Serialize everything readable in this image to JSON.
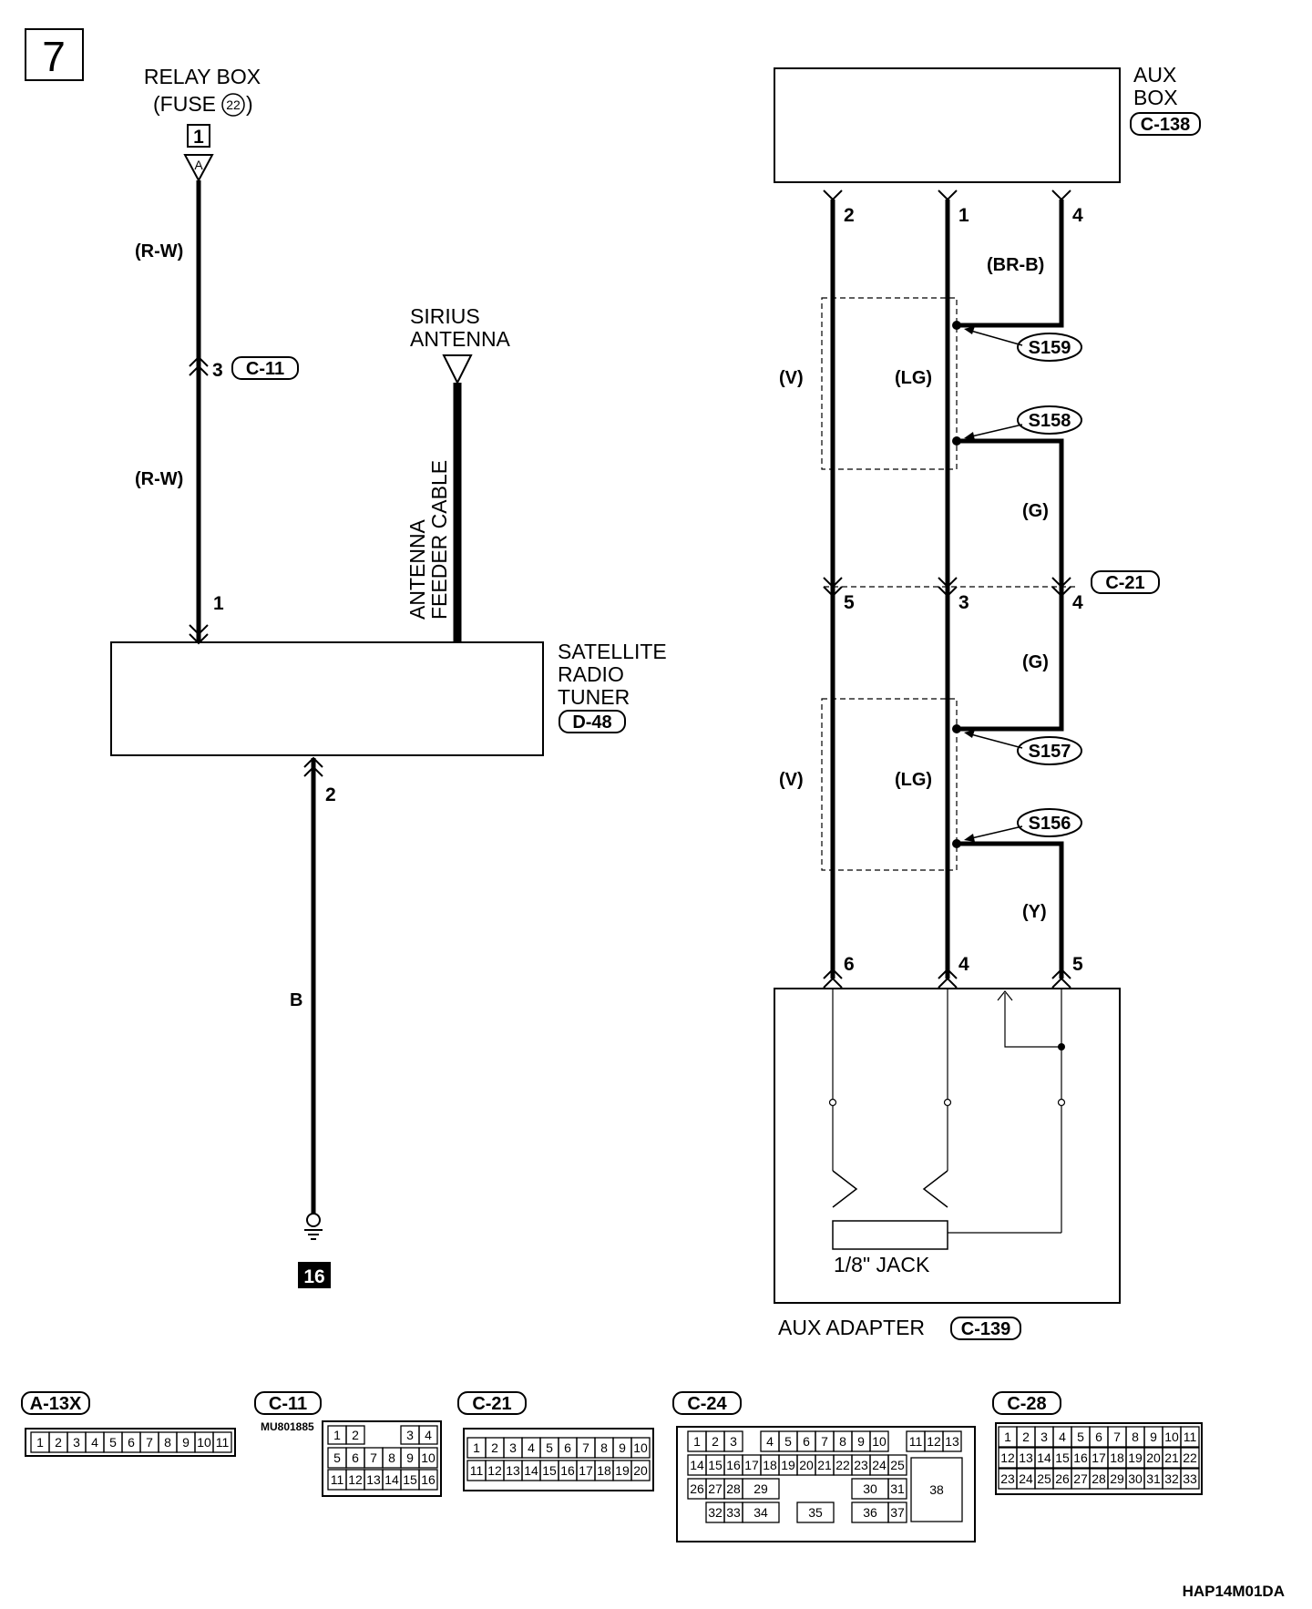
{
  "page": {
    "number": "7",
    "identifier": "HAP14M01DA"
  },
  "relay_box": {
    "line1": "RELAY BOX",
    "line2": "(FUSE",
    "fuse": "22",
    "line2_end": ")",
    "box_num": "1",
    "terminal": "A"
  },
  "antenna": {
    "line1": "SIRIUS",
    "line2": "ANTENNA",
    "cable1": "ANTENNA",
    "cable2": "FEEDER CABLE"
  },
  "tuner": {
    "line1": "SATELLITE",
    "line2": "RADIO",
    "line3": "TUNER",
    "connector": "D-48"
  },
  "aux_box": {
    "line1": "AUX",
    "line2": "BOX",
    "connector": "C-138"
  },
  "aux_adapter": {
    "label": "AUX ADAPTER",
    "connector": "C-139",
    "jack": "1/8\" JACK"
  },
  "ground": {
    "number": "16"
  },
  "wire_colors": {
    "rw1": "(R-W)",
    "rw2": "(R-W)",
    "b": "B",
    "v1": "(V)",
    "v2": "(V)",
    "lg1": "(LG)",
    "lg2": "(LG)",
    "brb": "(BR-B)",
    "g1": "(G)",
    "g2": "(G)",
    "y": "(Y)"
  },
  "pins": {
    "c11": "3",
    "tuner1": "1",
    "tuner2": "2",
    "aux2": "2",
    "aux1": "1",
    "aux4": "4",
    "c21a": "5",
    "c21b": "3",
    "c21c": "4",
    "ad6": "6",
    "ad4": "4",
    "ad5": "5"
  },
  "connectors": {
    "c11": "C-11",
    "c21": "C-21"
  },
  "splices": [
    "S159",
    "S158",
    "S157",
    "S156"
  ],
  "bottom": {
    "a13x": {
      "label": "A-13X",
      "cavities": [
        "1",
        "2",
        "3",
        "4",
        "5",
        "6",
        "7",
        "8",
        "9",
        "10",
        "11"
      ]
    },
    "c11": {
      "label": "C-11",
      "part": "MU801885",
      "row1": [
        "1",
        "2",
        "3",
        "4"
      ],
      "row2": [
        "5",
        "6",
        "7",
        "8",
        "9",
        "10"
      ],
      "row3": [
        "11",
        "12",
        "13",
        "14",
        "15",
        "16"
      ]
    },
    "c21": {
      "label": "C-21",
      "row1": [
        "1",
        "2",
        "3",
        "4",
        "5",
        "6",
        "7",
        "8",
        "9",
        "10"
      ],
      "row2": [
        "11",
        "12",
        "13",
        "14",
        "15",
        "16",
        "17",
        "18",
        "19",
        "20"
      ]
    },
    "c24": {
      "label": "C-24",
      "r1a": [
        "1",
        "2",
        "3"
      ],
      "r1b": [
        "4",
        "5",
        "6",
        "7",
        "8",
        "9",
        "10"
      ],
      "r1c": [
        "11",
        "12",
        "13"
      ],
      "r2": [
        "14",
        "15",
        "16",
        "17",
        "18",
        "19",
        "20",
        "21",
        "22",
        "23",
        "24",
        "25"
      ],
      "r3a": [
        "26",
        "27",
        "28"
      ],
      "c29": "29",
      "c30": "30",
      "c31": "31",
      "c38": "38",
      "r4a": [
        "32",
        "33"
      ],
      "c34": "34",
      "c35": "35",
      "c36": "36",
      "c37": "37"
    },
    "c28": {
      "label": "C-28",
      "row1": [
        "1",
        "2",
        "3",
        "4",
        "5",
        "6",
        "7",
        "8",
        "9",
        "10",
        "11"
      ],
      "row2": [
        "12",
        "13",
        "14",
        "15",
        "16",
        "17",
        "18",
        "19",
        "20",
        "21",
        "22"
      ],
      "row3": [
        "23",
        "24",
        "25",
        "26",
        "27",
        "28",
        "29",
        "30",
        "31",
        "32",
        "33"
      ]
    }
  }
}
